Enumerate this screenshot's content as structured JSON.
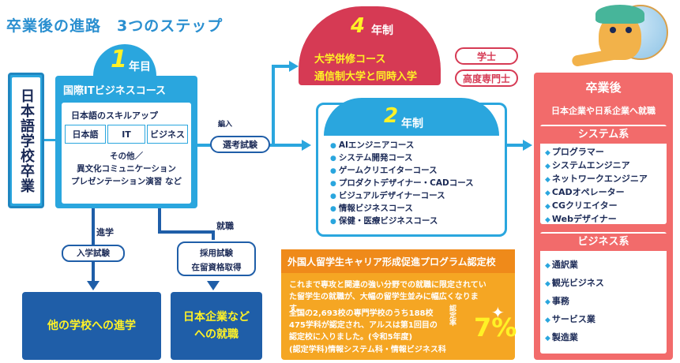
{
  "title": "卒業後の進路　3つのステップ",
  "left_box": {
    "label": "日本語学校卒業"
  },
  "year1": {
    "num": "1",
    "unit": "年目",
    "course": "国際ITビジネスコース",
    "skill_title": "日本語のスキルアップ",
    "cells": [
      "日本語",
      "IT",
      "ビジネス"
    ],
    "other_lines": [
      "その他／",
      "異文化コミュニケーション",
      "プレゼンテーション演習 など"
    ]
  },
  "transfer": {
    "small": "編入",
    "pill": "選考試験"
  },
  "year4": {
    "num": "4",
    "unit": "年制",
    "courses": [
      "大学併修コース",
      "通信制大学と同時入学"
    ],
    "degrees": [
      "学士",
      "高度専門士"
    ]
  },
  "year2": {
    "num": "2",
    "unit": "年制",
    "items": [
      "AIエンジニアコース",
      "システム開発コース",
      "ゲームクリエイターコース",
      "プロダクトデザイナー・CADコース",
      "ビジュアルデザイナーコース",
      "情報ビジネスコース",
      "保健・医療ビジネスコース"
    ]
  },
  "program": {
    "title": "外国人留学生キャリア形成促進プログラム認定校",
    "p1": "これまで専攻と関連の強い分野での就職に限定されていた留学生の就職が、大幅の留学生並みに幅広くなります。",
    "p2": "全国の2,693校の専門学校のうち188校475学科が認定され、アルスは第1回目の認定校に入りました。(令和5年度)",
    "p3": "(認定学科)情報システム科・情報ビジネス科",
    "rate_label": "認定率",
    "rate": "7%"
  },
  "graduate": {
    "title": "卒業後",
    "subtitle": "日本企業や日系企業へ就職",
    "system": {
      "head": "システム系",
      "items": [
        "プログラマー",
        "システムエンジニア",
        "ネットワークエンジニア",
        "CADオペレーター",
        "CGクリエイター",
        "Webデザイナー"
      ]
    },
    "business": {
      "head": "ビジネス系",
      "items": [
        "通訳業",
        "観光ビジネス",
        "事務",
        "サービス業",
        "製造業"
      ]
    }
  },
  "paths": {
    "advance_label": "進学",
    "advance_pill": "入学試験",
    "advance_result": [
      "他の学校への進学"
    ],
    "job_label": "就職",
    "job_pill_lines": [
      "採用試験",
      "在留資格取得"
    ],
    "job_result": [
      "日本企業など",
      "への就職"
    ]
  },
  "colors": {
    "blue": "#2aa6de",
    "navy": "#1f5ea8",
    "red": "#d63a54",
    "orange": "#f5a623",
    "coral": "#f26b6b",
    "yellow": "#fff226"
  }
}
